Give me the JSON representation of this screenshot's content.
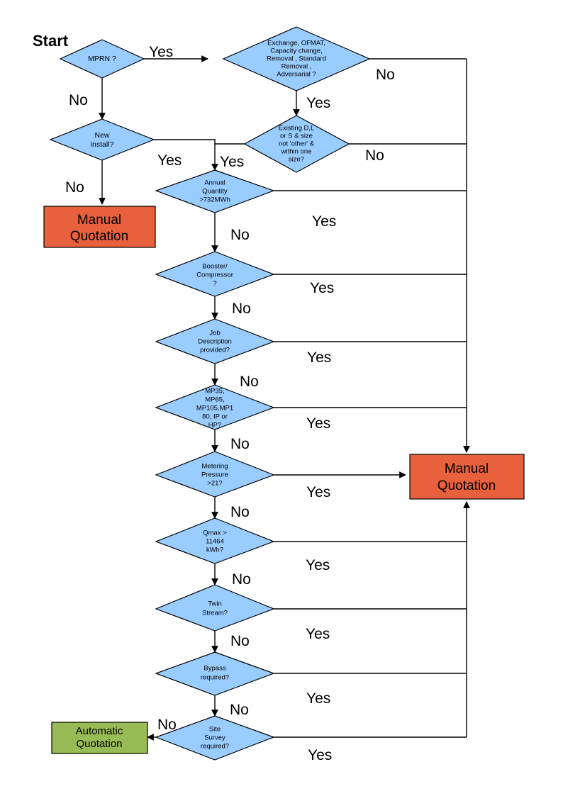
{
  "diagram": {
    "title": "Start",
    "colors": {
      "decision_fill": "#99CCFF",
      "manual_fill": "#E8613C",
      "automatic_fill": "#99BB55",
      "stroke": "#000000"
    },
    "nodes": [
      {
        "id": "mprn",
        "type": "decision",
        "lines": [
          "MPRN ?"
        ]
      },
      {
        "id": "exchange",
        "type": "decision",
        "lines": [
          "Exchange, OFMAT,",
          "Capacity change,",
          "Removal , Standard",
          "Removal ,",
          "Adversarial ?"
        ]
      },
      {
        "id": "newinstall",
        "type": "decision",
        "lines": [
          "New",
          "install?"
        ]
      },
      {
        "id": "existing",
        "type": "decision",
        "lines": [
          "Existing D,L",
          "or S & size",
          "not 'other' &",
          "within one",
          "size?"
        ]
      },
      {
        "id": "annual",
        "type": "decision",
        "lines": [
          "Annual",
          "Quantity",
          ">732MWh"
        ]
      },
      {
        "id": "booster",
        "type": "decision",
        "lines": [
          "Booster/",
          "Compressor",
          "?"
        ]
      },
      {
        "id": "jobdesc",
        "type": "decision",
        "lines": [
          "Job",
          "Description",
          "provided?"
        ]
      },
      {
        "id": "mpclass",
        "type": "decision",
        "lines": [
          "MP35,",
          "MP65,",
          "MP105,MP1",
          "80, IP or",
          "HP?"
        ]
      },
      {
        "id": "pressure",
        "type": "decision",
        "lines": [
          "Metering",
          "Pressure",
          ">21?"
        ]
      },
      {
        "id": "qmax",
        "type": "decision",
        "lines": [
          "Qmax >",
          "11464",
          "kWh?"
        ]
      },
      {
        "id": "twin",
        "type": "decision",
        "lines": [
          "Twin",
          "Stream?"
        ]
      },
      {
        "id": "bypass",
        "type": "decision",
        "lines": [
          "Bypass",
          "required?"
        ]
      },
      {
        "id": "sitesurvey",
        "type": "decision",
        "lines": [
          "Site",
          "Survey",
          "required?"
        ]
      },
      {
        "id": "manual_left",
        "type": "terminator",
        "lines": [
          "Manual",
          "Quotation"
        ]
      },
      {
        "id": "manual_right",
        "type": "terminator",
        "lines": [
          "Manual",
          "Quotation"
        ]
      },
      {
        "id": "automatic",
        "type": "terminator",
        "lines": [
          "Automatic",
          "Quotation"
        ]
      }
    ],
    "edge_labels": {
      "mprn_yes": "Yes",
      "mprn_no": "No",
      "exchange_no": "No",
      "exchange_yes": "Yes",
      "newinstall_yes": "Yes",
      "newinstall_no": "No",
      "existing_yes": "Yes",
      "existing_no": "No",
      "annual_yes": "Yes",
      "annual_no": "No",
      "booster_yes": "Yes",
      "booster_no": "No",
      "jobdesc_yes": "Yes",
      "jobdesc_no": "No",
      "mpclass_yes": "Yes",
      "mpclass_no": "No",
      "pressure_yes": "Yes",
      "pressure_no": "No",
      "qmax_yes": "Yes",
      "qmax_no": "No",
      "twin_yes": "Yes",
      "twin_no": "No",
      "bypass_yes": "Yes",
      "bypass_no": "No",
      "sitesurvey_yes": "Yes",
      "sitesurvey_no": "No"
    }
  }
}
